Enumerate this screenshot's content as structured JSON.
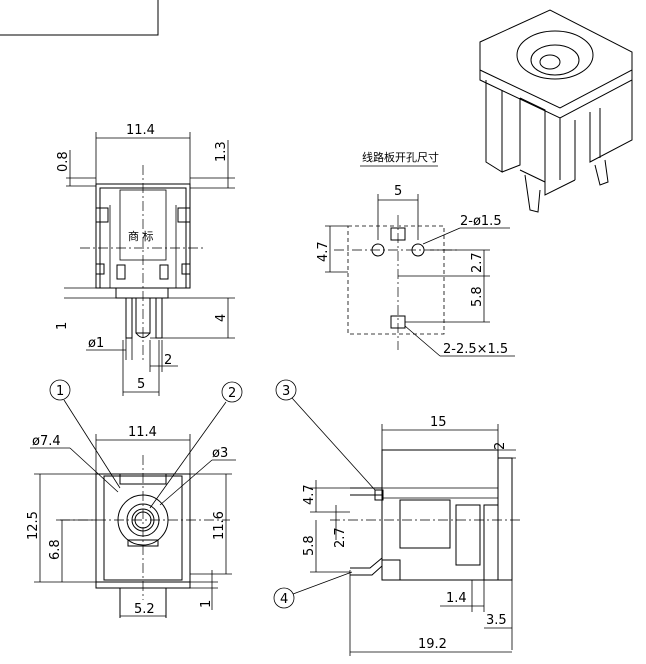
{
  "views": {
    "front": {
      "dims": [
        "11.4",
        "1.3",
        "0.8",
        "1",
        "4",
        "ø1",
        "2",
        "5"
      ],
      "logo_text": "商 标"
    },
    "pcb": {
      "title": "线路板开孔尺寸",
      "dims": [
        "5",
        "4.7",
        "2.7",
        "5.8"
      ],
      "hole_label": "2-ø1.5",
      "slot_label": "2-2.5×1.5"
    },
    "bottom": {
      "dims": [
        "11.4",
        "ø7.4",
        "ø3",
        "12.5",
        "6.8",
        "11.6",
        "5.2",
        "1"
      ]
    },
    "side": {
      "dims": [
        "15",
        "2",
        "4.7",
        "5.8",
        "2.7",
        "1.4",
        "3.5",
        "19.2"
      ]
    },
    "callouts": [
      "1",
      "2",
      "3",
      "4"
    ]
  }
}
